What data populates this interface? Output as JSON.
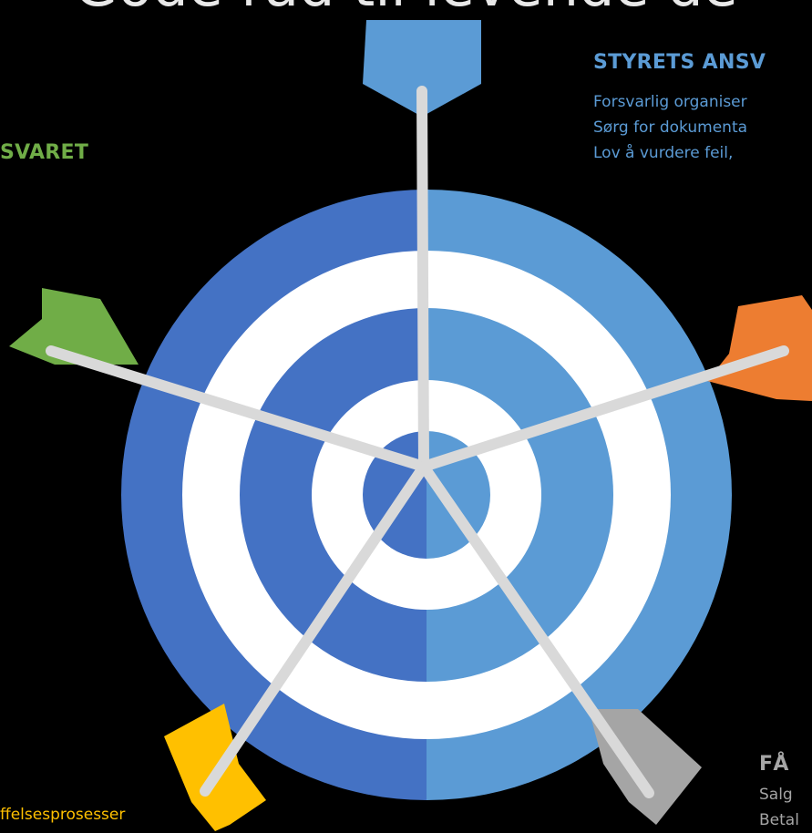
{
  "title": "Gode råd til levende de",
  "styret": {
    "heading": "STYRETS ANSV",
    "lines": [
      "Forsvarlig organiser",
      "Sørg for dokumenta",
      "Lov å vurdere feil, "
    ]
  },
  "left": {
    "heading": "SVARET"
  },
  "bottom_left": {
    "text": "ffelsesprosesser"
  },
  "bottom_right": {
    "heading": "FÅ",
    "lines": [
      "Salg",
      "Betal"
    ]
  },
  "colors": {
    "ring_dark": "#4472c4",
    "ring_light": "#5b9bd5",
    "ring_white": "#ffffff",
    "shaft": "#d9d9d9",
    "styret_text": "#5b9bd5",
    "left_heading": "#70ad47",
    "bottom_left_text": "#ffc000",
    "bottom_right_text": "#a5a5a5",
    "arrow_blue": "#5b9bd5",
    "arrow_green": "#70ad47",
    "arrow_orange": "#ed7d31",
    "arrow_yellow": "#ffc000",
    "arrow_gray": "#a5a5a5"
  }
}
